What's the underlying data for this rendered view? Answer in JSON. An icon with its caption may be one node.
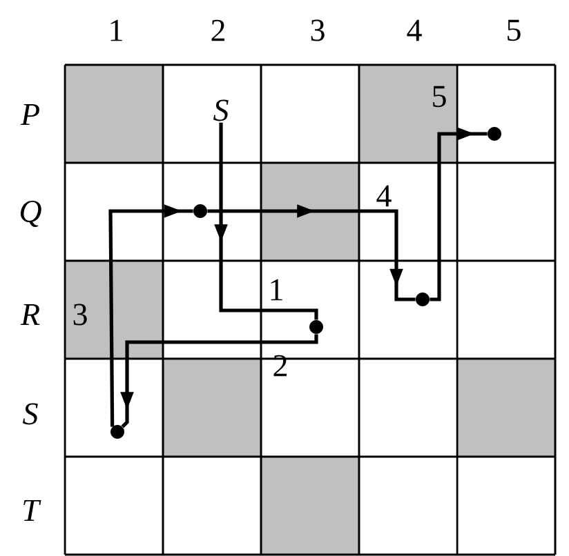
{
  "diagram": {
    "nodes": [
      {
        "text": [
          "S"
        ]
      },
      {
        "text": [],
        "shape": "circle"
      },
      {
        "text": [],
        "shape": "circle"
      },
      {
        "text": [],
        "shape": "circle"
      },
      {
        "text": [],
        "shape": "circle"
      },
      {
        "text": [],
        "shape": "circle"
      }
    ],
    "edges": [
      {
        "from": 0,
        "to": 1,
        "arrow": "to"
      },
      {
        "from": 1,
        "to": 2,
        "arrow": "to"
      },
      {
        "from": 2,
        "to": 3,
        "arrow": "to"
      },
      {
        "from": 3,
        "to": 4,
        "arrow": "to"
      },
      {
        "from": 4,
        "to": 5,
        "arrow": "to"
      }
    ],
    "labels": [
      "1",
      "2",
      "3",
      "4",
      "5",
      "P",
      "Q",
      "R",
      "S",
      "T",
      "1",
      "2",
      "3",
      "4",
      "5"
    ]
  }
}
